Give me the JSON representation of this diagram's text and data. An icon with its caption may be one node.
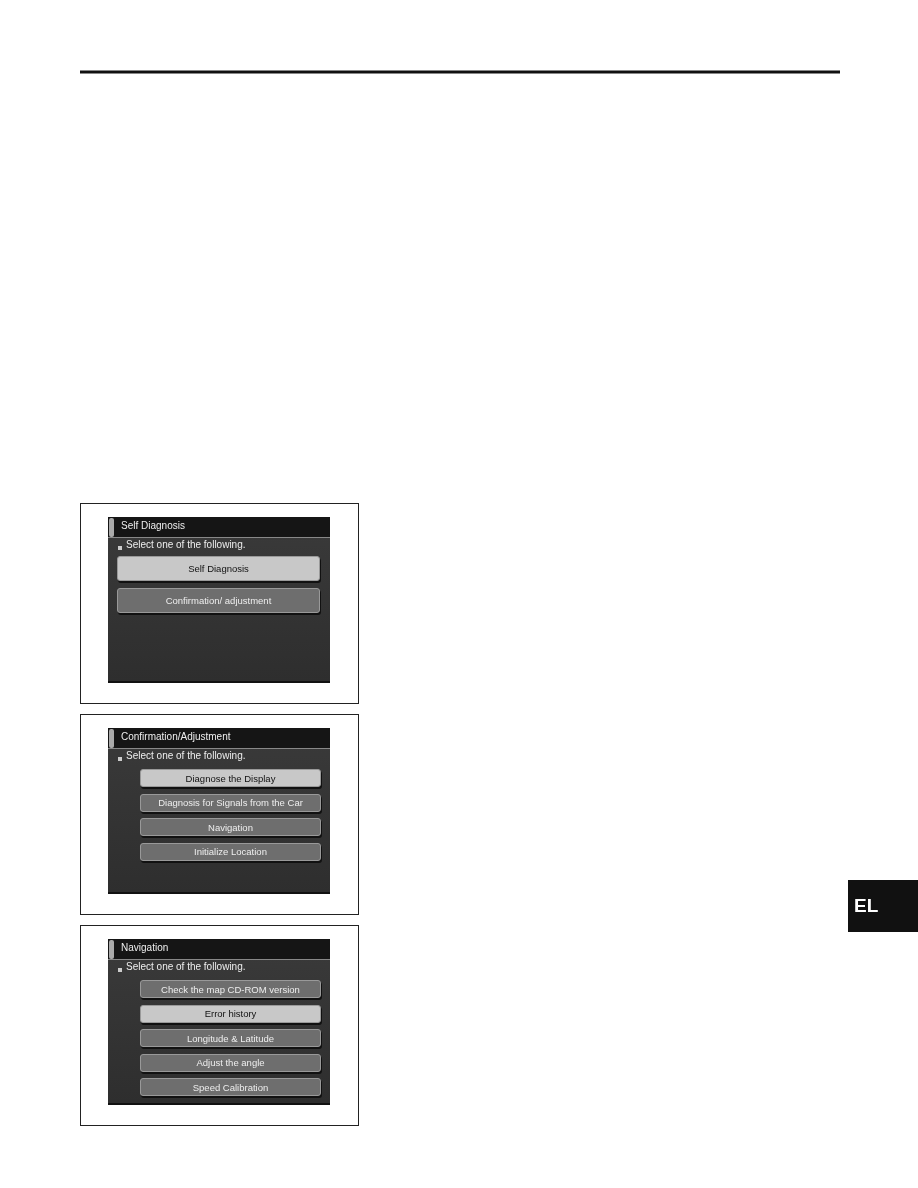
{
  "diagram": {
    "nodes": [
      {
        "text": [],
        "shape": "box"
      },
      {
        "text": [
          "Self Diagnosis",
          "Select one of the following."
        ],
        "in": 0
      },
      {
        "text": [
          "Self Diagnosis"
        ],
        "in": 1
      },
      {
        "text": [
          "Confirmation/ adjustment"
        ],
        "in": 1
      },
      {
        "text": [],
        "shape": "box"
      },
      {
        "text": [
          "Confirmation/Adjustment",
          "Select one of the following."
        ],
        "in": 4
      },
      {
        "text": [
          "Diagnose the Display"
        ],
        "in": 5
      },
      {
        "text": [
          "Diagnosis for Signals from the Car"
        ],
        "in": 5
      },
      {
        "text": [
          "Navigation"
        ],
        "in": 5
      },
      {
        "text": [
          "Initialize Location"
        ],
        "in": 5
      },
      {
        "text": [],
        "shape": "box"
      },
      {
        "text": [
          "Navigation",
          "Select one of the following."
        ],
        "in": 10
      },
      {
        "text": [
          "Check the map CD-ROM version"
        ],
        "in": 11
      },
      {
        "text": [
          "Error history"
        ],
        "in": 11
      },
      {
        "text": [
          "Longitude & Latitude"
        ],
        "in": 11
      },
      {
        "text": [
          "Adjust the angle"
        ],
        "in": 11
      },
      {
        "text": [
          "Speed Calibration"
        ],
        "in": 11
      },
      {
        "text": [
          "EL"
        ]
      }
    ],
    "edges": []
  }
}
